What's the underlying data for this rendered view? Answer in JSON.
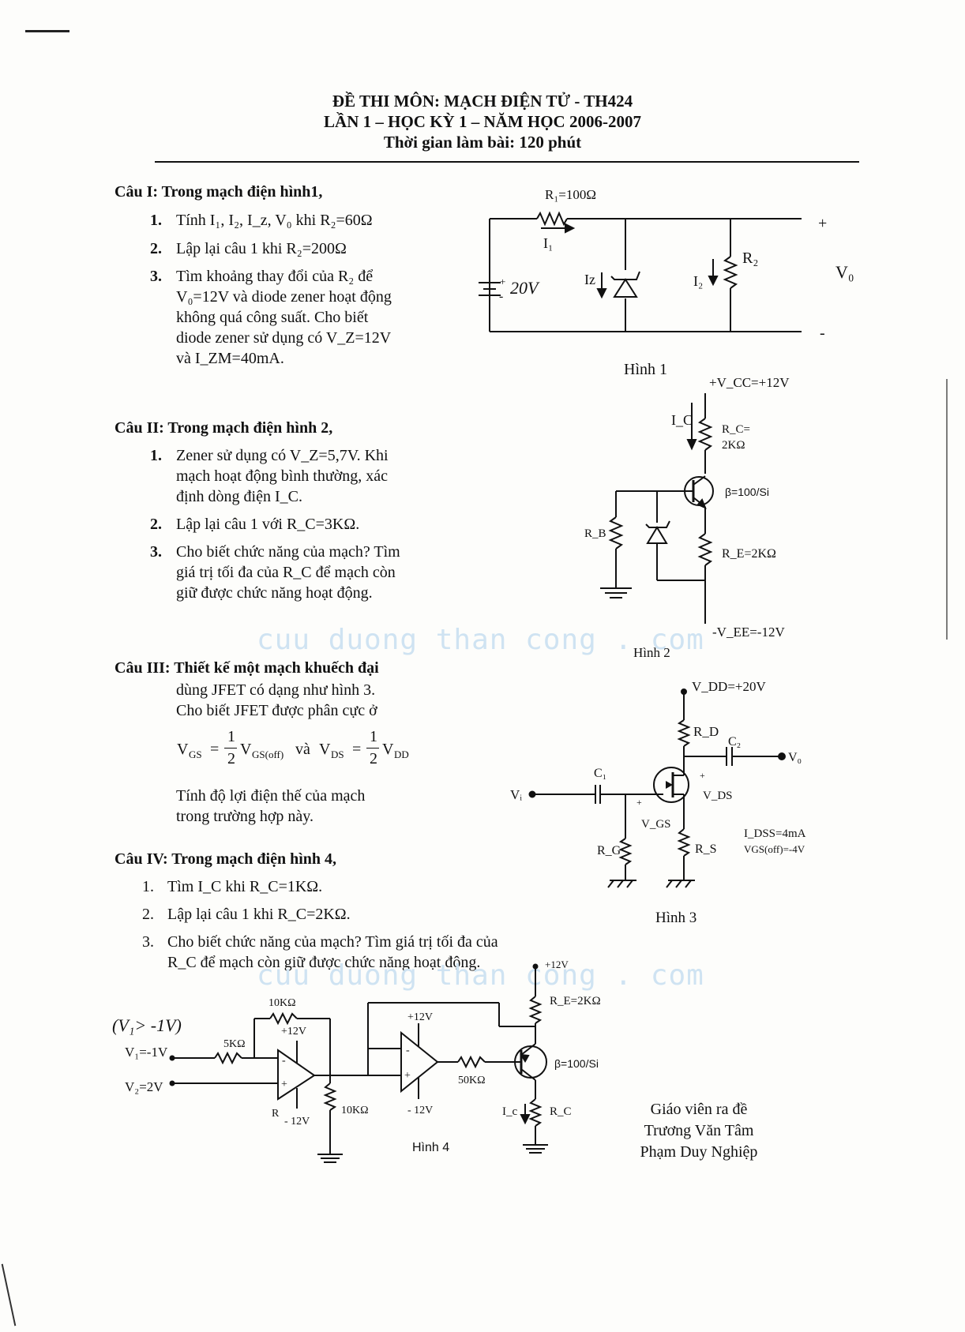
{
  "header": {
    "line1": "ĐỀ THI MÔN: MẠCH ĐIỆN TỬ - TH424",
    "line2": "LẦN 1 – HỌC KỲ 1 – NĂM HỌC 2006-2007",
    "line3": "Thời gian làm bài: 120 phút"
  },
  "q1": {
    "title": "Câu I: Trong mạch điện hình1,",
    "items": [
      {
        "num": "1.",
        "text": "Tính I₁, I₂, I_z, V₀ khi R₂=60Ω"
      },
      {
        "num": "2.",
        "text": "Lập lại câu 1 khi R₂=200Ω"
      },
      {
        "num": "3.",
        "lines": [
          "Tìm khoảng thay đổi của R₂ để",
          "V₀=12V và diode zener hoạt động",
          "không quá công suất. Cho biết",
          "diode zener sử dụng có V_Z=12V",
          "và I_ZM=40mA."
        ]
      }
    ]
  },
  "q2": {
    "title": "Câu II: Trong mạch điện hình 2,",
    "items": [
      {
        "num": "1.",
        "lines": [
          "Zener sử dụng có V_Z=5,7V. Khi",
          "mạch hoạt động bình thường, xác",
          "định dòng điện I_C."
        ]
      },
      {
        "num": "2.",
        "text": "Lập lại câu 1 với R_C=3KΩ."
      },
      {
        "num": "3.",
        "lines": [
          "Cho biết chức năng của mạch? Tìm",
          "giá trị tối đa của R_C để mạch còn",
          "giữ được chức năng hoạt động."
        ]
      }
    ]
  },
  "q3": {
    "title": "Câu III: Thiết kế một mạch khuếch đại",
    "lines": [
      "dùng JFET có dạng như hình 3.",
      "Cho biết JFET được phân cực ở"
    ],
    "formula": {
      "vgs": "V",
      "vgs_sub": "GS",
      "eq": "=",
      "frac_num": "1",
      "frac_den": "2",
      "voff": "V",
      "voff_sub": "GS(off)",
      "and": "và",
      "vds": "V",
      "vds_sub": "DS",
      "vdd": "V",
      "vdd_sub": "DD"
    },
    "lines2": [
      "Tính độ lợi điện thế của mạch",
      "trong trường hợp này."
    ]
  },
  "q4": {
    "title": "Câu IV: Trong mạch điện hình 4,",
    "items": [
      {
        "num": "1.",
        "text": "Tìm I_C khi R_C=1KΩ."
      },
      {
        "num": "2.",
        "text": "Lập lại câu 1 khi R_C=2KΩ."
      },
      {
        "num": "3.",
        "lines": [
          "Cho biết chức năng của mạch? Tìm giá trị tối đa của",
          "R_C để mạch còn giữ được chức năng hoạt động."
        ]
      }
    ]
  },
  "fig1": {
    "r1": "R₁=100Ω",
    "i1": "I₁",
    "iz": "Iz",
    "i2": "I₂",
    "r2": "R₂",
    "source": "20V",
    "plus": "+",
    "minus": "-",
    "vo": "V₀",
    "caption": "Hình 1"
  },
  "fig2": {
    "vcc": "+V_CC=+12V",
    "ic": "I_C",
    "rc_a": "R_C=",
    "rc_b": "2KΩ",
    "beta": "β=100/Si",
    "rb": "R_B",
    "re": "R_E=2KΩ",
    "vee": "-V_EE=-12V",
    "caption": "Hình 2"
  },
  "fig3": {
    "vdd": "V_DD=+20V",
    "rd": "R_D",
    "c2": "C₂",
    "vo": "V₀",
    "c1": "C₁",
    "vi": "Vᵢ",
    "vds": "V_DS",
    "vgs": "V_GS",
    "rg": "R_G",
    "rs": "R_S",
    "idss": "I_DSS=4mA",
    "vgsoff": "VGS(off)=-4V",
    "caption": "Hình 3",
    "plus": "+"
  },
  "fig4": {
    "cond": "(V₁> -1V)",
    "v1": "V₁=-1V",
    "v2": "V₂=2V",
    "r5k": "5KΩ",
    "r10k_top": "10KΩ",
    "p12a": "+12V",
    "m12a": "- 12V",
    "r": "R",
    "r10k_bot": "10KΩ",
    "p12b": "+12V",
    "m12b": "- 12V",
    "r50k": "50KΩ",
    "p12c": "+12V",
    "re": "R_E=2KΩ",
    "beta": "β=100/Si",
    "ic": "I_c",
    "rc": "R_C",
    "caption": "Hình 4"
  },
  "teacher": {
    "label": "Giáo viên ra đề",
    "name1": "Trương Văn Tâm",
    "name2": "Phạm Duy Nghiệp"
  },
  "watermark": {
    "text": "cuu duong than cong . com"
  }
}
